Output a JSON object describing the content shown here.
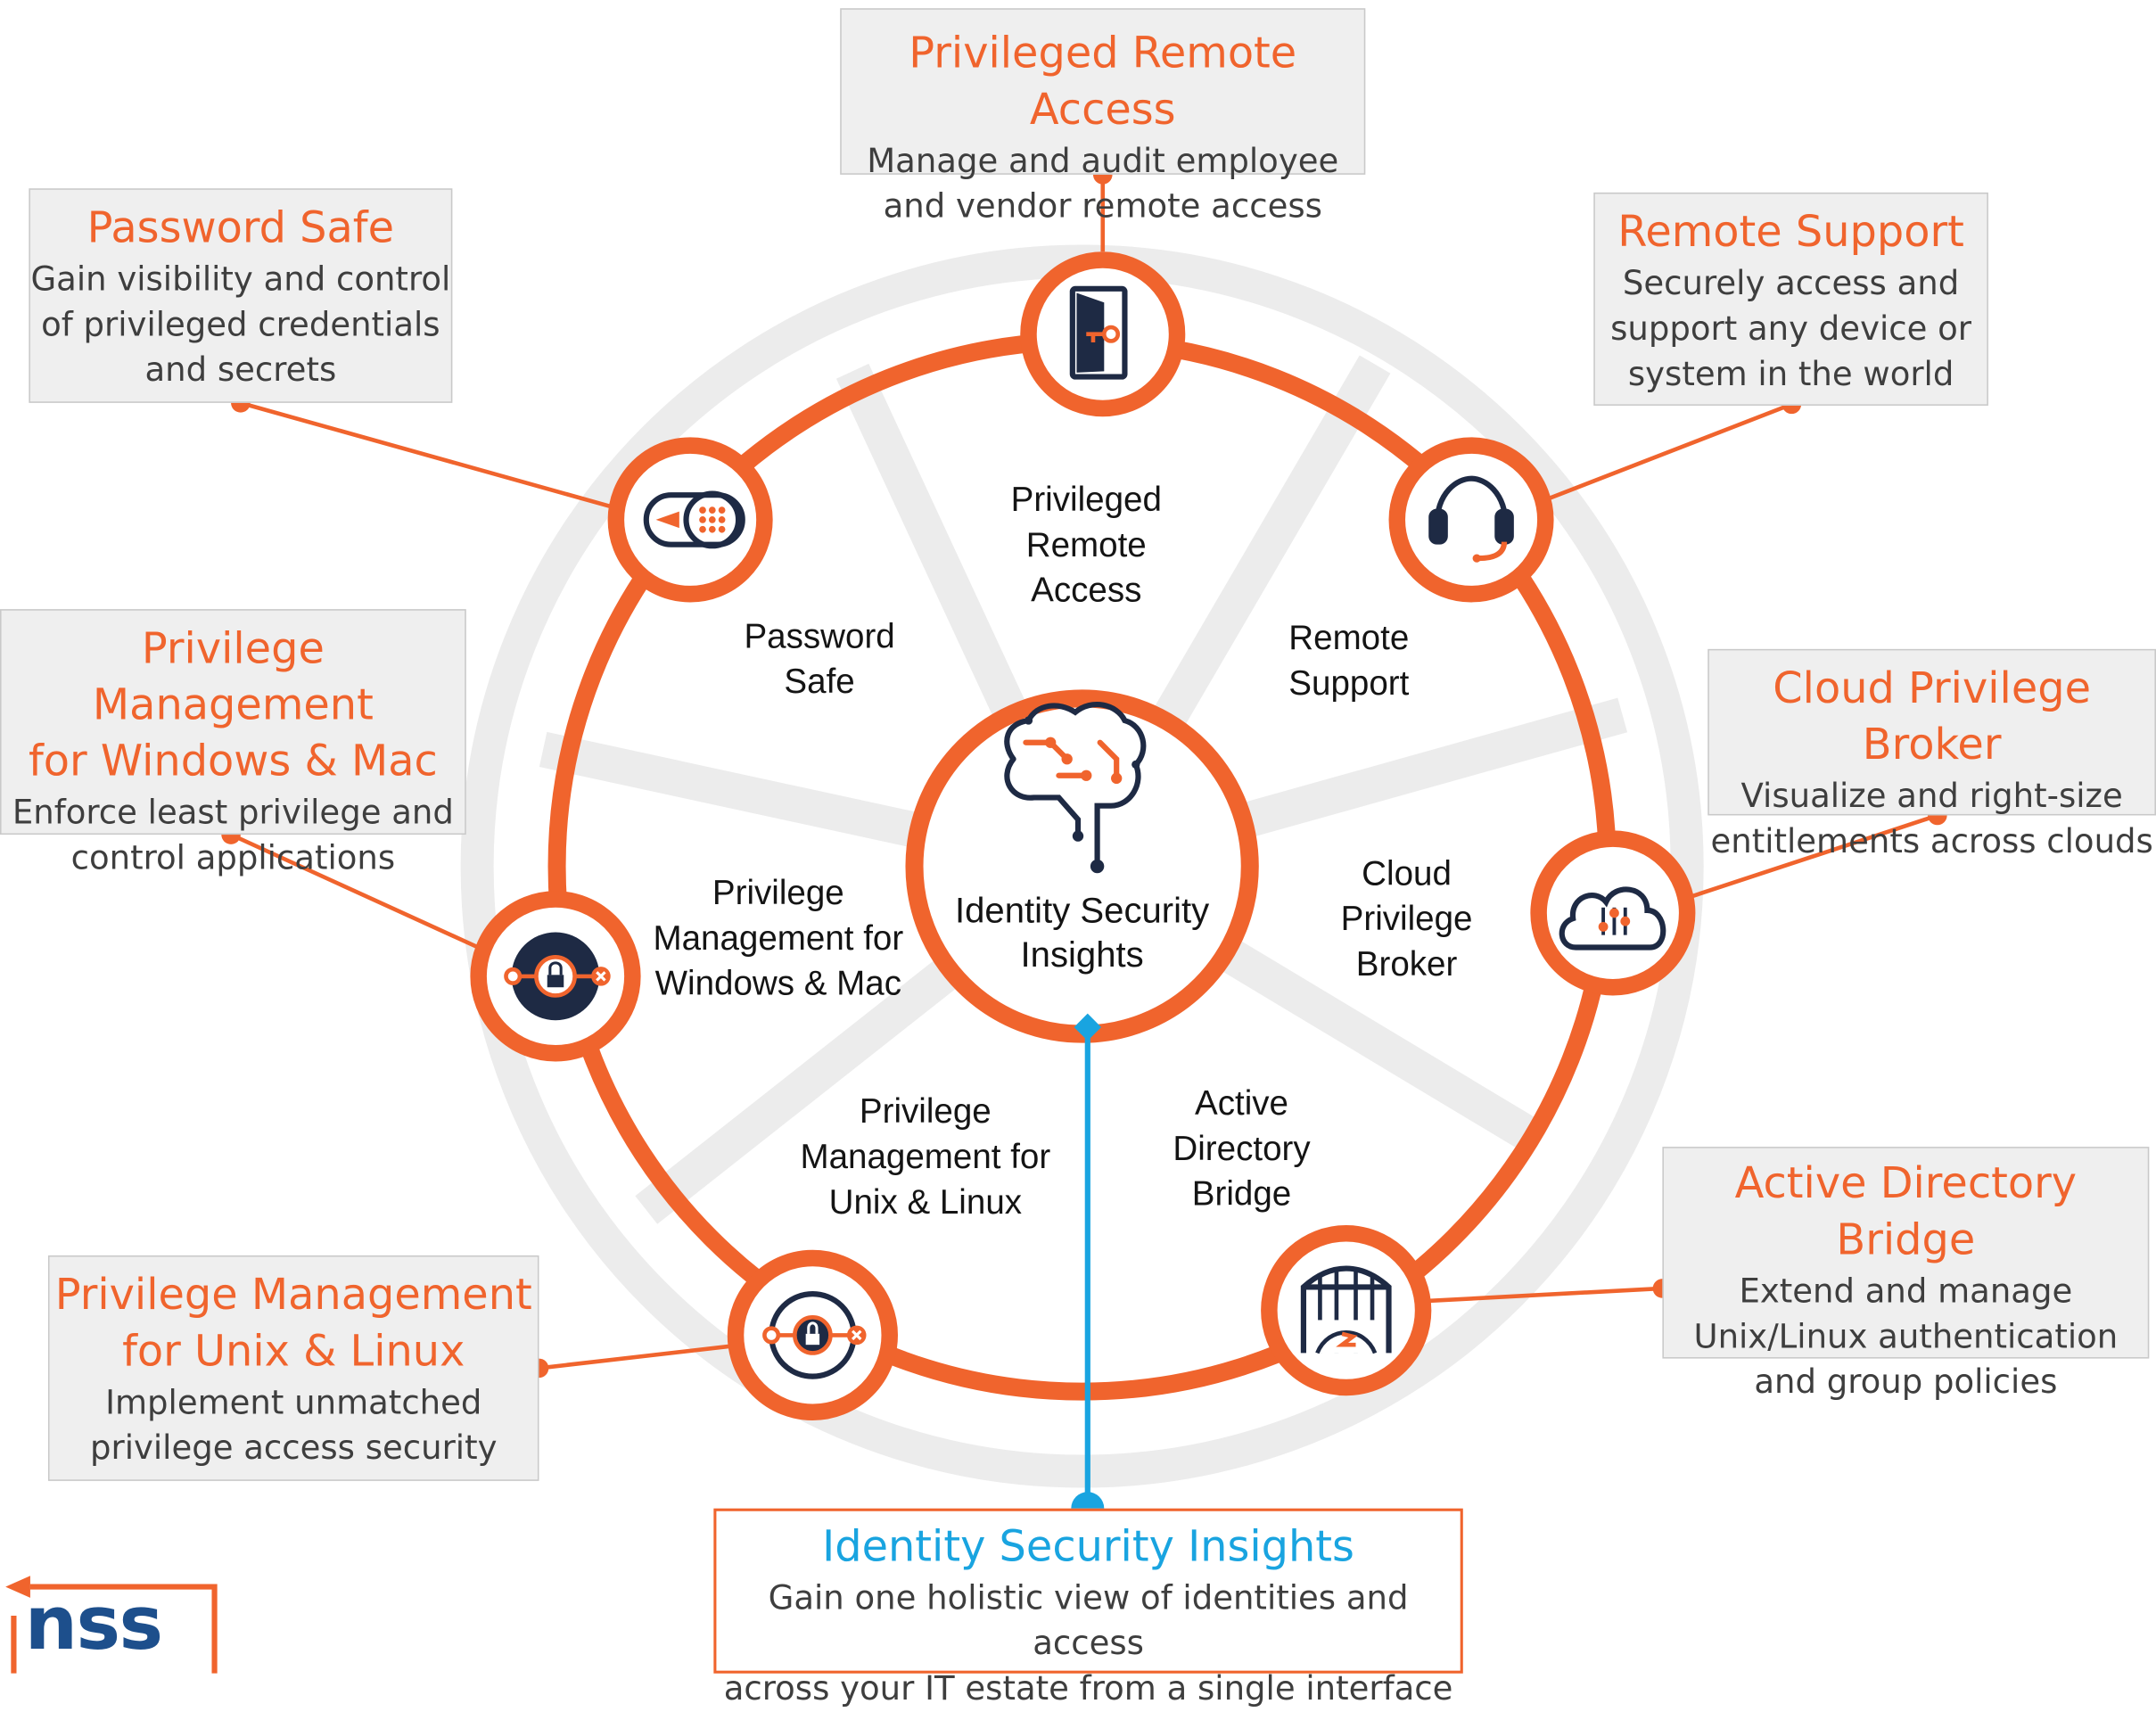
{
  "callouts": {
    "privileged_remote_access": {
      "title": "Privileged Remote Access",
      "lines": [
        "Manage and audit employee",
        "and vendor remote access"
      ]
    },
    "password_safe": {
      "title": "Password Safe",
      "lines": [
        "Gain visibility and control",
        "of privileged credentials",
        "and secrets"
      ]
    },
    "remote_support": {
      "title": "Remote Support",
      "lines": [
        "Securely access and",
        "support any device or",
        "system in the world"
      ]
    },
    "pm_windows_mac": {
      "title_lines": [
        "Privilege Management",
        "for Windows & Mac"
      ],
      "lines": [
        "Enforce least privilege and",
        "control applications"
      ]
    },
    "cloud_privilege_broker": {
      "title": "Cloud Privilege Broker",
      "lines": [
        "Visualize and right-size",
        "entitlements across clouds"
      ]
    },
    "active_directory_bridge": {
      "title": "Active Directory Bridge",
      "lines": [
        "Extend and manage",
        "Unix/Linux authentication",
        "and group policies"
      ]
    },
    "pm_unix_linux": {
      "title_lines": [
        "Privilege Management",
        "for Unix & Linux"
      ],
      "lines": [
        "Implement unmatched",
        "privilege access security"
      ]
    },
    "identity_security_insights": {
      "title": "Identity Security Insights",
      "lines": [
        "Gain one holistic view of identities and access",
        "across your IT estate from a single interface"
      ]
    }
  },
  "wheel": {
    "center": [
      "Identity Security",
      "Insights"
    ],
    "segments": {
      "privileged_remote_access": [
        "Privileged",
        "Remote",
        "Access"
      ],
      "remote_support": [
        "Remote",
        "Support"
      ],
      "cloud_privilege_broker": [
        "Cloud",
        "Privilege",
        "Broker"
      ],
      "active_directory_bridge": [
        "Active",
        "Directory",
        "Bridge"
      ],
      "pm_unix_linux": [
        "Privilege",
        "Management for",
        "Unix & Linux"
      ],
      "pm_windows_mac": [
        "Privilege",
        "Management for",
        "Windows & Mac"
      ],
      "password_safe": [
        "Password",
        "Safe"
      ]
    }
  },
  "icons": {
    "privileged_remote_access": "door-key-icon",
    "remote_support": "headset-icon",
    "cloud_privilege_broker": "cloud-sliders-icon",
    "active_directory_bridge": "bridge-icon",
    "pm_unix_linux": "padlock-slider-icon",
    "pm_windows_mac": "padlock-slider-icon",
    "password_safe": "keypad-safe-icon",
    "center": "brain-circuit-icon"
  },
  "logo": {
    "text": "nss"
  },
  "colors": {
    "accent": "#f0642d",
    "highlight": "#19a4e0",
    "navy": "#1e2a44",
    "callout_bg": "#efefef"
  }
}
